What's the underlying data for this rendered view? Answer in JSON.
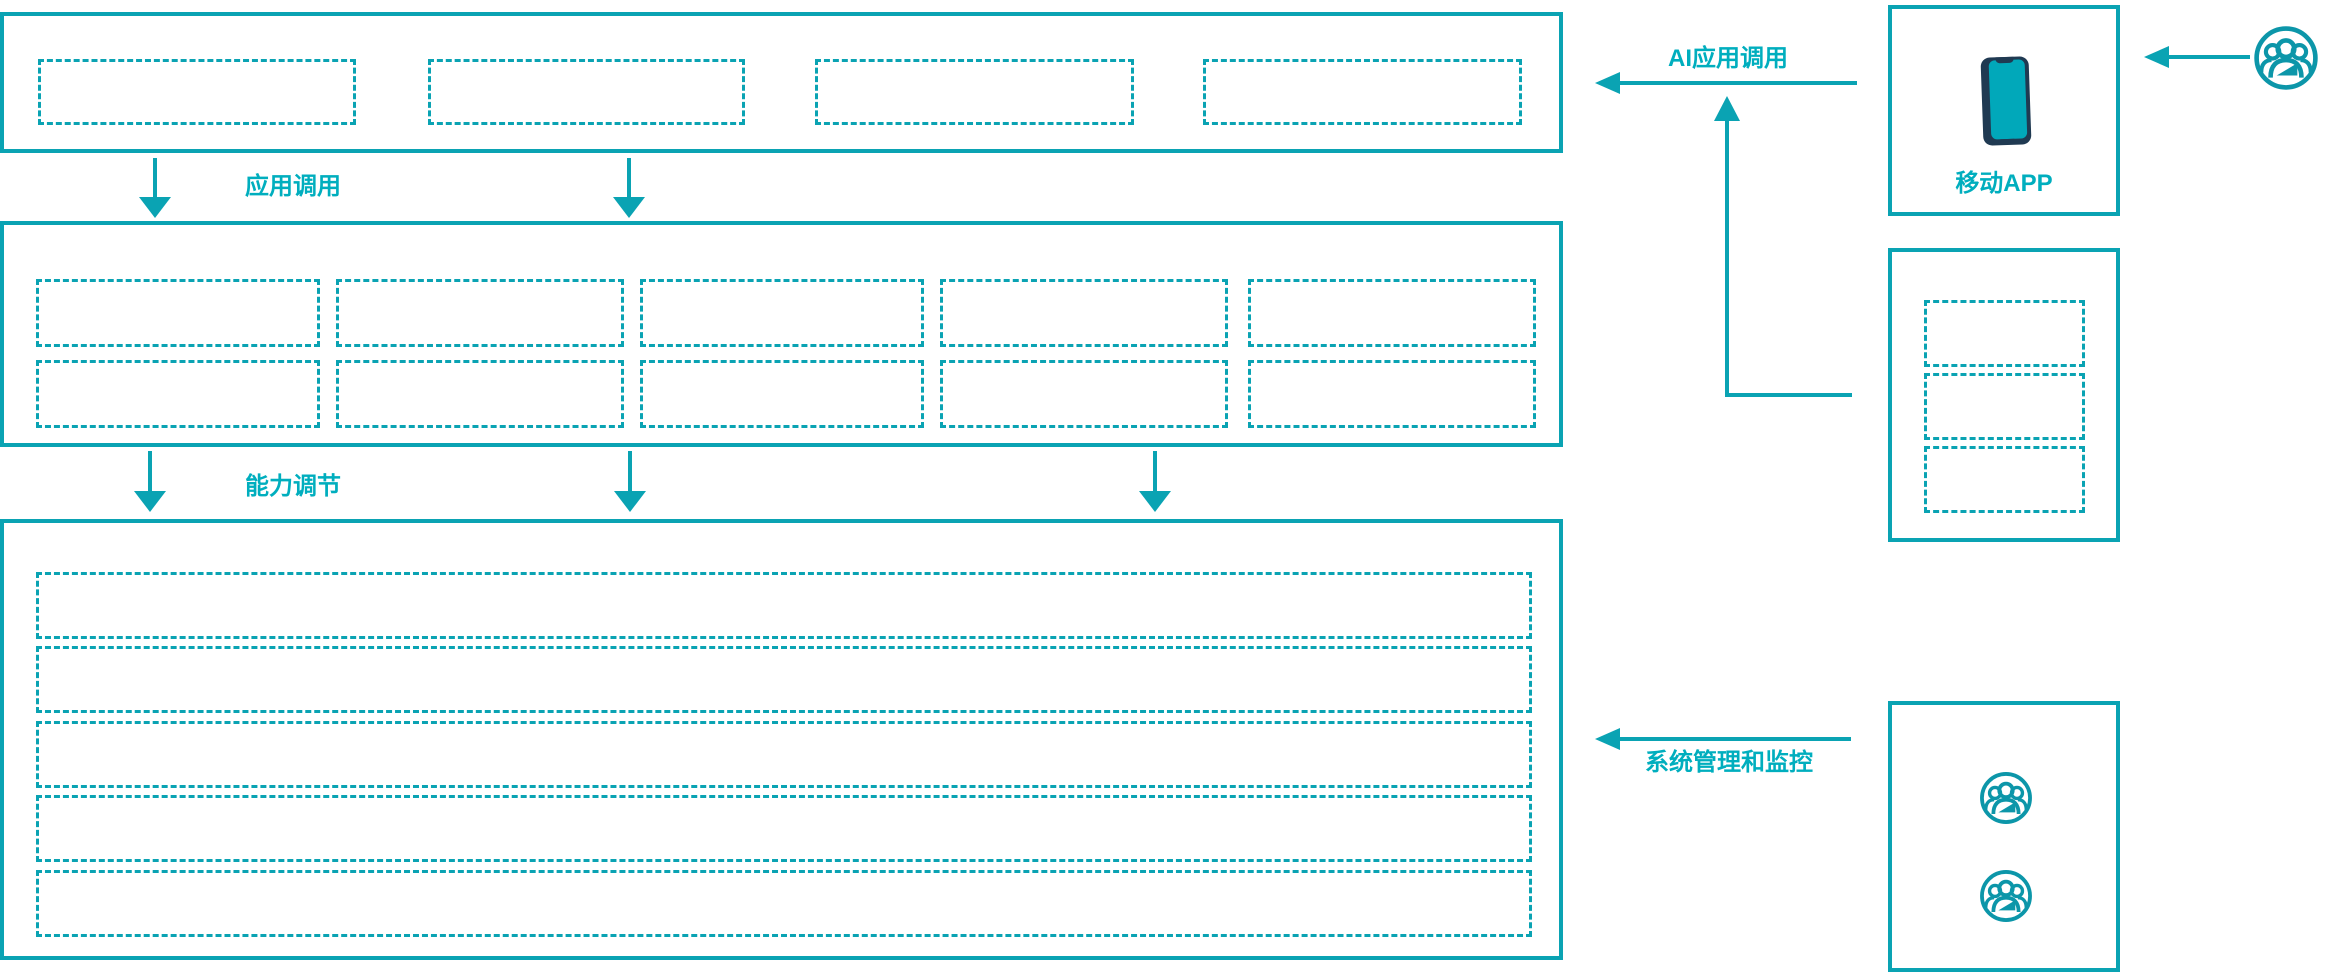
{
  "diagram": {
    "type": "architecture-flow",
    "colors": {
      "line_teal": "#0aa3b3",
      "label_teal": "#00aebe",
      "icon_teal": "#0c96a9",
      "phone_frame_navy": "#203a52",
      "phone_screen_teal": "#01a8ba",
      "background": "#ffffff"
    },
    "edge_labels": {
      "app_call": "应用调用",
      "capability_adjust": "能力调节",
      "ai_app_call": "AI应用调用",
      "system_mgmt_monitor": "系统管理和监控"
    },
    "nodes": {
      "mobile_app": {
        "label": "移动APP",
        "icon": "smartphone-icon"
      },
      "top_layer": {
        "placeholder_count": 4
      },
      "middle_layer": {
        "placeholder_rows": 2,
        "placeholder_cols": 5
      },
      "bottom_layer": {
        "placeholder_rows": 5
      },
      "module_box": {
        "placeholder_count": 3
      },
      "admin_box": {
        "user_icon_count": 2,
        "icon": "users-icon"
      },
      "end_user": {
        "icon": "users-icon"
      }
    }
  }
}
